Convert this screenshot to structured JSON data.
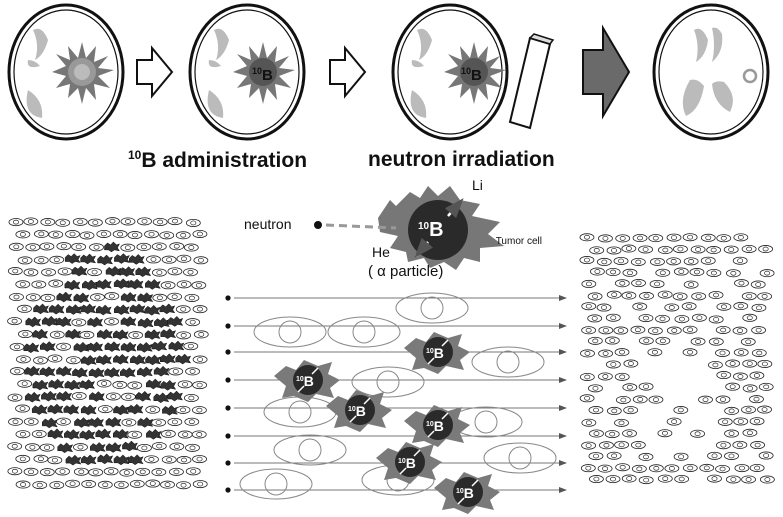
{
  "steps": {
    "administration": {
      "isotope": "10",
      "text": "B administration"
    },
    "irradiation": {
      "text": "neutron irradiation"
    }
  },
  "cell_badge": {
    "isotope": "10",
    "element": "B"
  },
  "reaction": {
    "neutron_label": "neutron",
    "li_label": "Li",
    "he_label": "He",
    "tumor_label": "Tumor cell",
    "alpha_label": "( α particle)"
  },
  "colors": {
    "brain_fill": "#ffffff",
    "tumor_dark": "#555555",
    "tumor_grey": "#8a8a8a",
    "lobe_grey": "#bbbbbb",
    "boron_core": "#2a2a2a",
    "arrow_dark": "#6a6a6a"
  }
}
